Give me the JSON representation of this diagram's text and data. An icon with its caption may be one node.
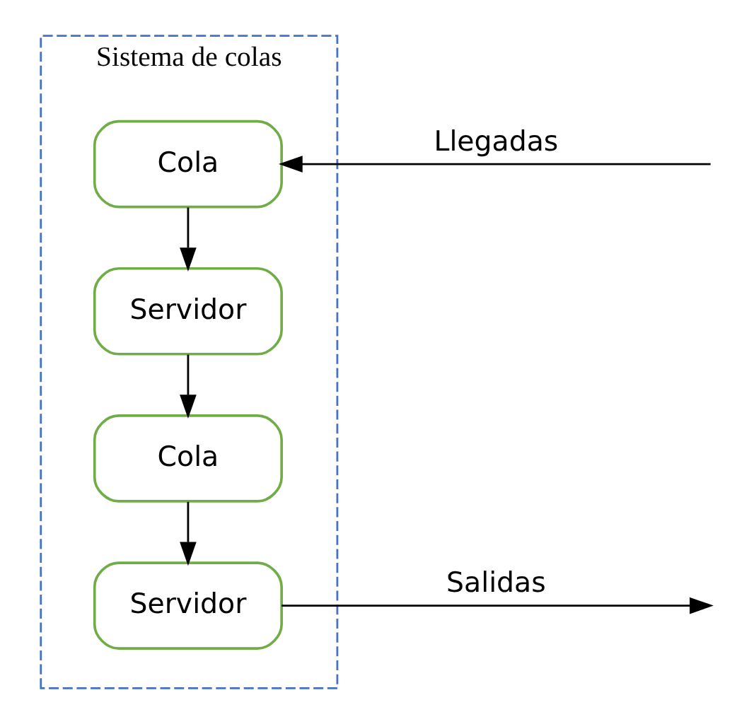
{
  "diagram": {
    "nodes": [
      {
        "text": [
          "Sistema de colas"
        ]
      },
      {
        "text": [
          "Cola"
        ],
        "in": 0
      },
      {
        "text": [
          "Servidor"
        ],
        "in": 0
      },
      {
        "text": [
          "Cola"
        ],
        "in": 0
      },
      {
        "text": [
          "Servidor"
        ],
        "in": 0
      }
    ],
    "edges": [
      {
        "from": null,
        "to": 1,
        "arrow": "to",
        "label": "Llegadas"
      },
      {
        "from": 1,
        "to": 2,
        "arrow": "to"
      },
      {
        "from": 2,
        "to": 3,
        "arrow": "to"
      },
      {
        "from": 3,
        "to": 4,
        "arrow": "to"
      },
      {
        "from": 4,
        "to": null,
        "arrow": "to",
        "label": "Salidas"
      }
    ]
  }
}
